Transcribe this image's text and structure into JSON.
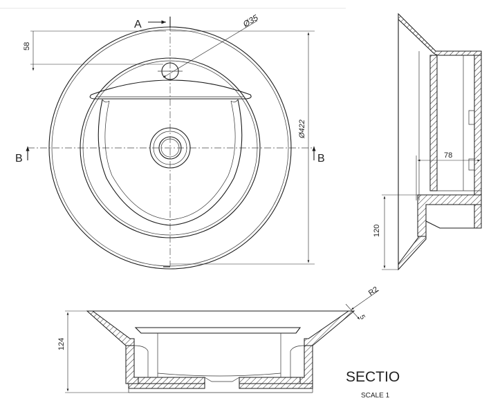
{
  "front_view": {
    "section_marker_top": "A",
    "section_marker_left": "B",
    "section_marker_right": "B",
    "dim_hole_diameter": "Ø35",
    "dim_outer_diameter": "Ø422",
    "dim_hole_offset": "58"
  },
  "side_view": {
    "dim_width": "78",
    "dim_height": "120"
  },
  "section_view": {
    "dim_height": "124",
    "dim_radius": "R2",
    "dim_thickness": "5",
    "title": "SECTIO",
    "scale": "SCALE 1"
  }
}
